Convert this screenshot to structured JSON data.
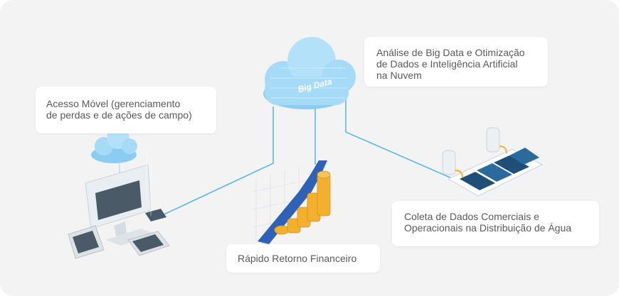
{
  "colors": {
    "background": "#f3f3f4",
    "connector": "#4fb4ea",
    "cloud": "#9dd6f6",
    "gold": "#f2b02c",
    "panel_dark": "#1f4f78",
    "arrow": "#2d62b8"
  },
  "cards": {
    "mobile": "Acesso Móvel (gerenciamento\nde perdas e de ações de campo)",
    "bigdata": "Análise de Big Data e Otimização\nde Dados e Inteligência Artificial\nna Nuvem",
    "coleta": "Coleta de Dados Comerciais e\nOperacionais na Distribuição de Água",
    "retorno": "Rápido Retorno Financeiro"
  },
  "cloud_main": {
    "label": "Big Data",
    "icon": "cloud-icon"
  },
  "cloud_small": {
    "icon": "cloud-icon"
  },
  "icons": {
    "devices": "devices-icon",
    "coins": "coin-stack-icon",
    "growth_arrow": "growth-arrow-icon",
    "water_panel": "water-distribution-icon"
  }
}
